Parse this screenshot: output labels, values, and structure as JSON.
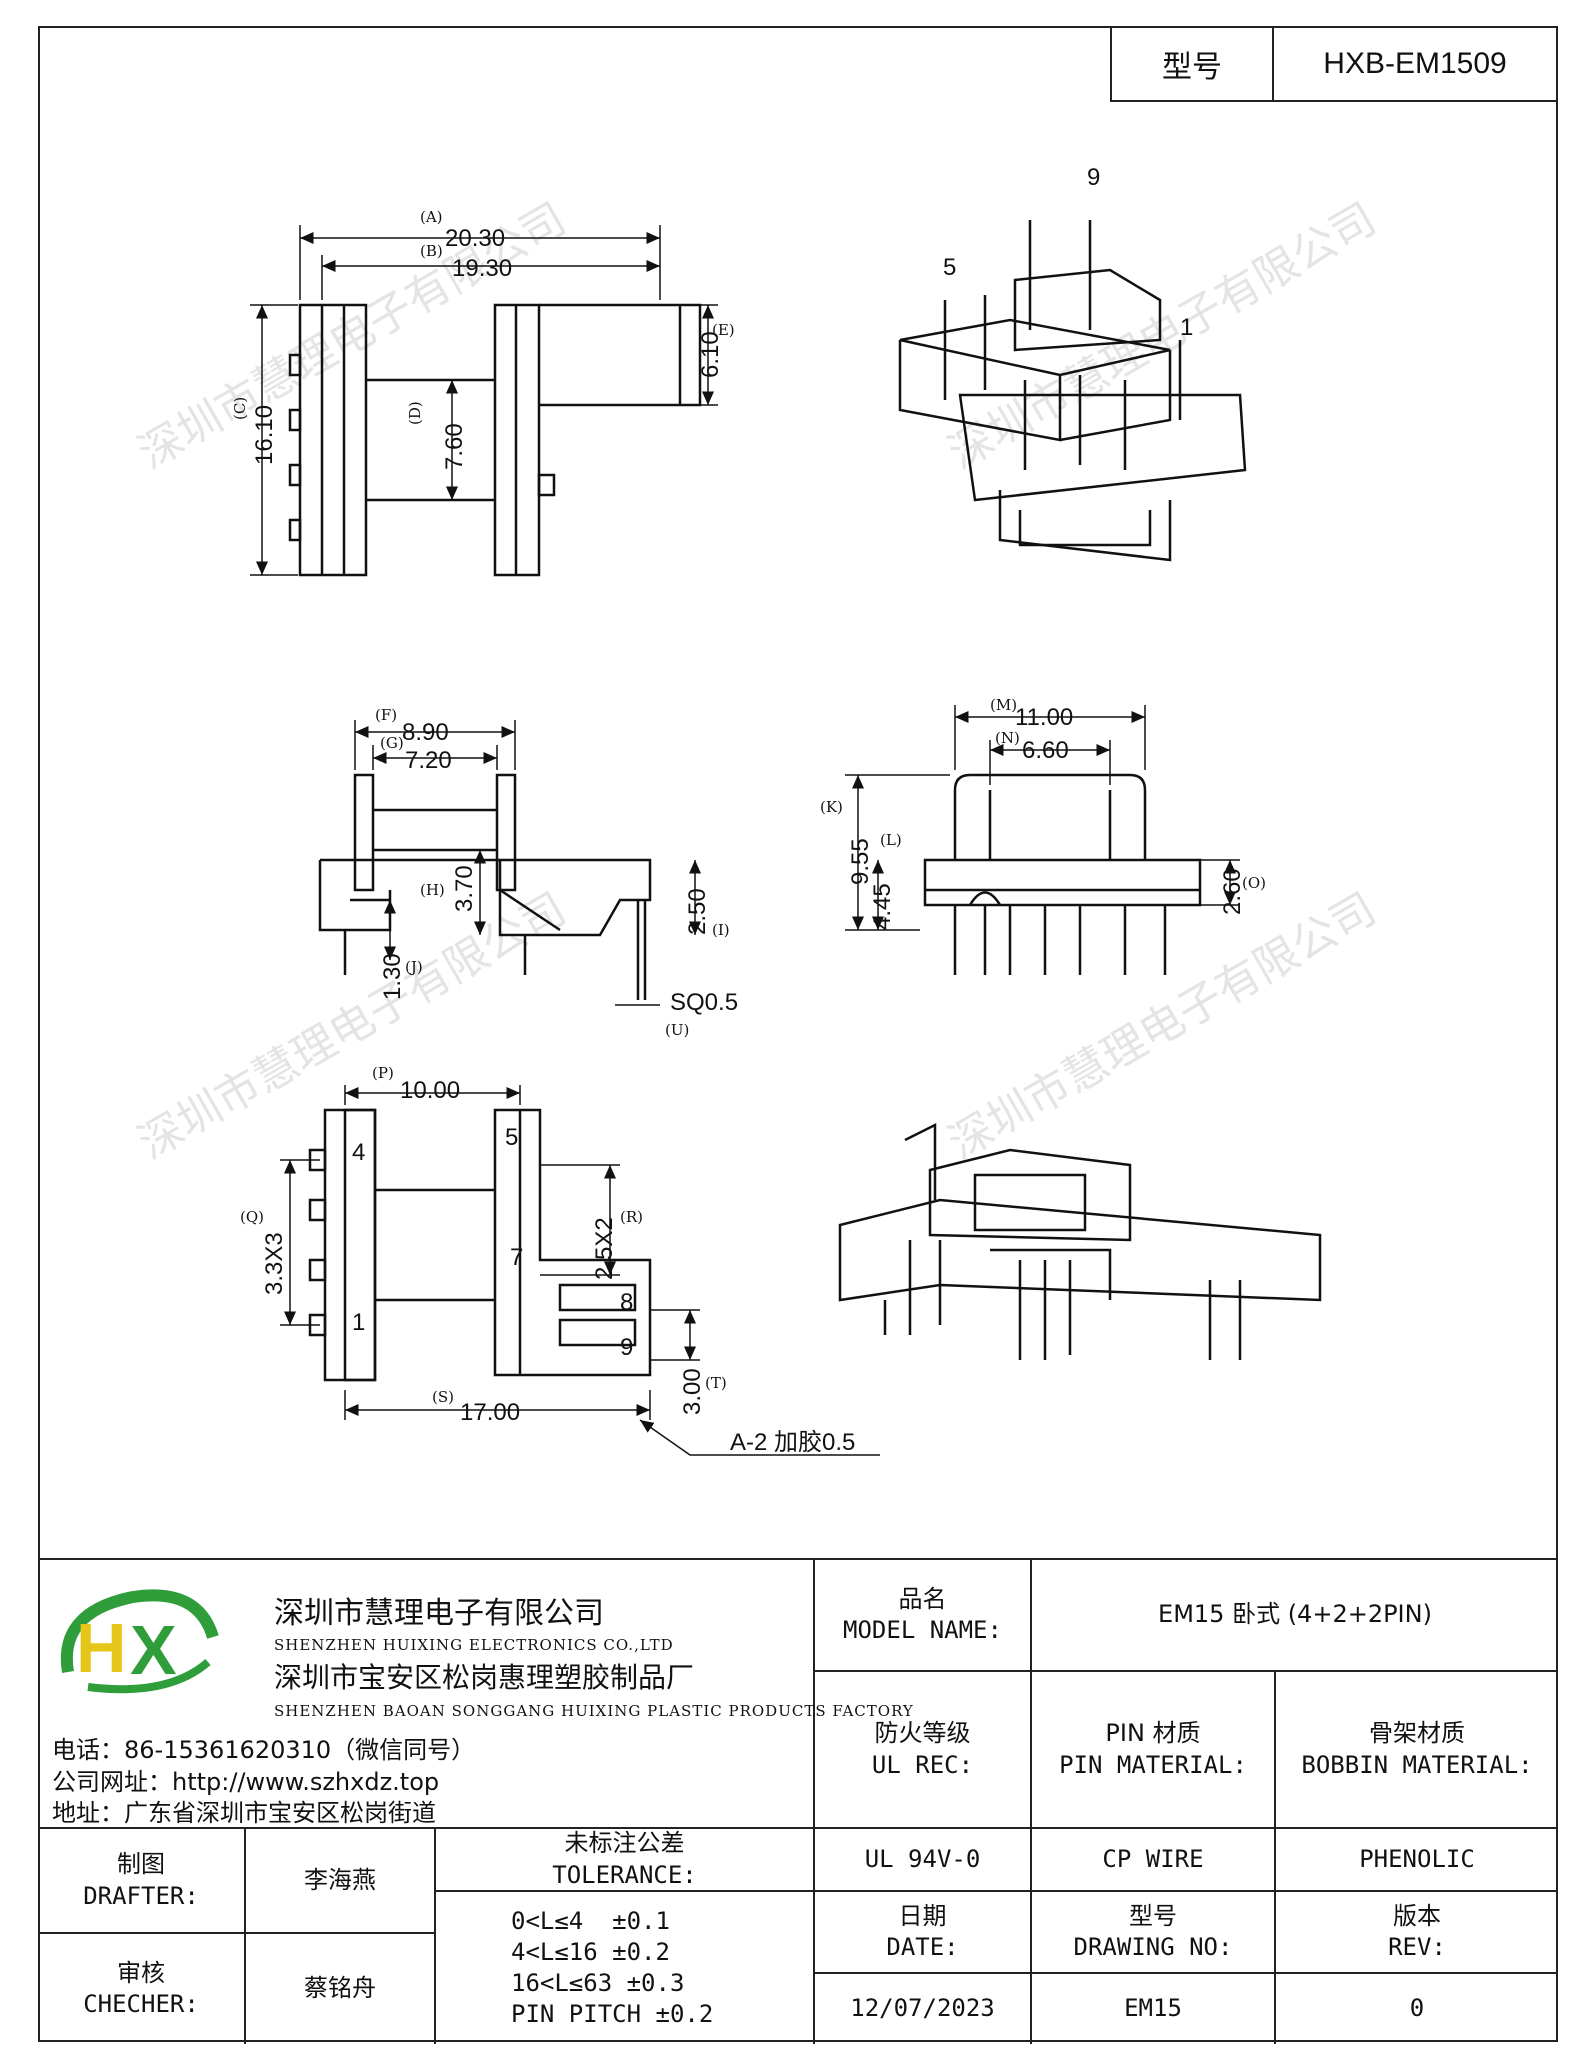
{
  "header": {
    "model_label": "型号",
    "model_value": "HXB-EM1509"
  },
  "dims": {
    "A": "20.30",
    "B": "19.30",
    "C": "16.10",
    "D": "7.60",
    "E": "6.10",
    "F": "8.90",
    "G": "7.20",
    "H": "3.70",
    "I": "2.50",
    "J": "1.30",
    "U": "SQ0.5",
    "M": "11.00",
    "N": "6.60",
    "K": "9.55",
    "L": "4.45",
    "O": "2.60",
    "P": "10.00",
    "Q": "3.3X3",
    "R": "2.5X2",
    "S": "17.00",
    "T": "3.00",
    "note": "A-2 加胶0.5"
  },
  "dim_tags": {
    "A": "(A)",
    "B": "(B)",
    "C": "(C)",
    "D": "(D)",
    "E": "(E)",
    "F": "(F)",
    "G": "(G)",
    "H": "(H)",
    "I": "(I)",
    "J": "(J)",
    "U": "(U)",
    "M": "(M)",
    "N": "(N)",
    "K": "(K)",
    "L": "(L)",
    "O": "(O)",
    "P": "(P)",
    "Q": "(Q)",
    "R": "(R)",
    "S": "(S)",
    "T": "(T)"
  },
  "pins": {
    "iso_9": "9",
    "iso_5": "5",
    "iso_1": "1",
    "p4": "4",
    "p1": "1",
    "p5": "5",
    "p7": "7",
    "p8": "8",
    "p9": "9"
  },
  "watermark": "深圳市慧理电子有限公司",
  "titleblock": {
    "company1": "深圳市慧理电子有限公司",
    "company1_en": "SHENZHEN HUIXING ELECTRONICS CO.,LTD",
    "company2": "深圳市宝安区松岗惠理塑胶制品厂",
    "company2_en": "SHENZHEN BAOAN SONGGANG HUIXING PLASTIC PRODUCTS FACTORY",
    "phone": "电话：86-15361620310（微信同号）",
    "web": "公司网址：http://www.szhxdz.top",
    "addr": "地址：广东省深圳市宝安区松岗街道",
    "logo": {
      "letters": "HX",
      "green": "#2e9d3a",
      "yellow": "#e6c619"
    },
    "model_name_cn": "品名",
    "model_name_en": "MODEL NAME:",
    "model_name_value": "EM15 卧式 (4+2+2PIN)",
    "ul_cn": "防火等级",
    "ul_en": "UL REC:",
    "ul_value": "UL 94V-0",
    "pin_cn": "PIN 材质",
    "pin_en": "PIN MATERIAL:",
    "pin_value": "CP WIRE",
    "bobbin_cn": "骨架材质",
    "bobbin_en": "BOBBIN MATERIAL:",
    "bobbin_value": "PHENOLIC",
    "drafter_cn": "制图",
    "drafter_en": "DRAFTER:",
    "drafter_value": "李海燕",
    "checker_cn": "审核",
    "checker_en": "CHECHER:",
    "checker_value": "蔡铭舟",
    "tol_cn": "未标注公差",
    "tol_en": "TOLERANCE:",
    "tol_1": "0<L≤4  ±0.1",
    "tol_2": "4<L≤16 ±0.2",
    "tol_3": "16<L≤63 ±0.3",
    "tol_4": "PIN PITCH ±0.2",
    "date_cn": "日期",
    "date_en": "DATE:",
    "date_value": "12/07/2023",
    "drawing_cn": "型号",
    "drawing_en": "DRAWING NO:",
    "drawing_value": "EM15",
    "rev_cn": "版本",
    "rev_en": "REV:",
    "rev_value": "0"
  }
}
